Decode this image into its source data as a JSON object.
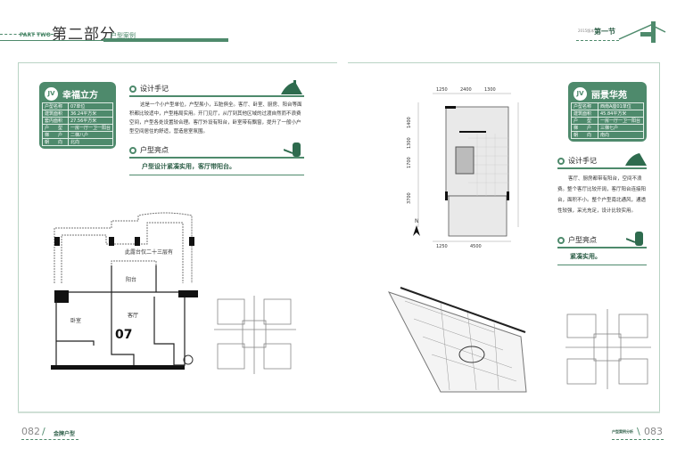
{
  "header_left": {
    "part": "PART TWO",
    "title": "第二部分",
    "subtitle": "户型案例"
  },
  "header_right": {
    "small": "2015版本",
    "section": "第一节"
  },
  "left": {
    "info": {
      "name": "幸福立方",
      "logo": "JV",
      "rows": [
        [
          "户型名称",
          "07单位"
        ],
        [
          "建筑面积",
          "36.24平方米"
        ],
        [
          "套内面积",
          "27.56平方米"
        ],
        [
          "户　　型",
          "一房一厅一卫一阳台"
        ],
        [
          "梯　　户",
          "二梯八户"
        ],
        [
          "朝　　向",
          "北向"
        ]
      ]
    },
    "design": {
      "title": "设计手记",
      "text": "这是一个小户型单位，户型虽小，五脏俱全。客厅、卧室、厨房、阳台等面积都比较适中，户型格局实用。开门见厅，从厅到其他区域的过渡自然而不浪费空间，户型各处设置较合理。客厅外设有阳台，卧室带有飘窗，提升了一般小户型空间居住的舒适，营造居室氛围。"
    },
    "highlight": {
      "title": "户型亮点",
      "text": "户型设计紧凑实用，客厅带阳台。"
    },
    "plan": {
      "terrace": "此露台仅二十三层有",
      "balcony": "阳台",
      "bedroom": "卧室",
      "living": "客厅",
      "unit": "07"
    }
  },
  "right": {
    "info": {
      "name": "丽景华苑",
      "logo": "JV",
      "rows": [
        [
          "户型名称",
          "西南A座01单位"
        ],
        [
          "建筑面积",
          "45.84平方米"
        ],
        [
          "户　　型",
          "一房一厅一卫一阳台"
        ],
        [
          "梯　　户",
          "三梯七户"
        ],
        [
          "朝　　向",
          "南向"
        ]
      ]
    },
    "design": {
      "title": "设计手记",
      "text": "客厅、厨房都带有阳台，空间不浪费。整个客厅比较开阔，客厅阳台连接阳台，面积不小。整个户型南北通风，通透性较强，采光充足，设计比较实用。"
    },
    "highlight": {
      "title": "户型亮点",
      "text": "紧凑实用。"
    },
    "plan": {
      "dims_top": [
        "1250",
        "2400",
        "1300"
      ],
      "dims_bottom": [
        "1250",
        "4500"
      ],
      "dims_left": [
        "1400",
        "1300",
        "1700",
        "3700"
      ],
      "north": "N"
    }
  },
  "footer": {
    "left_page": "082",
    "left_label": "金牌户型",
    "right_page": "083",
    "right_label": "户型案例分析"
  },
  "colors": {
    "accent": "#4e8a6c"
  }
}
